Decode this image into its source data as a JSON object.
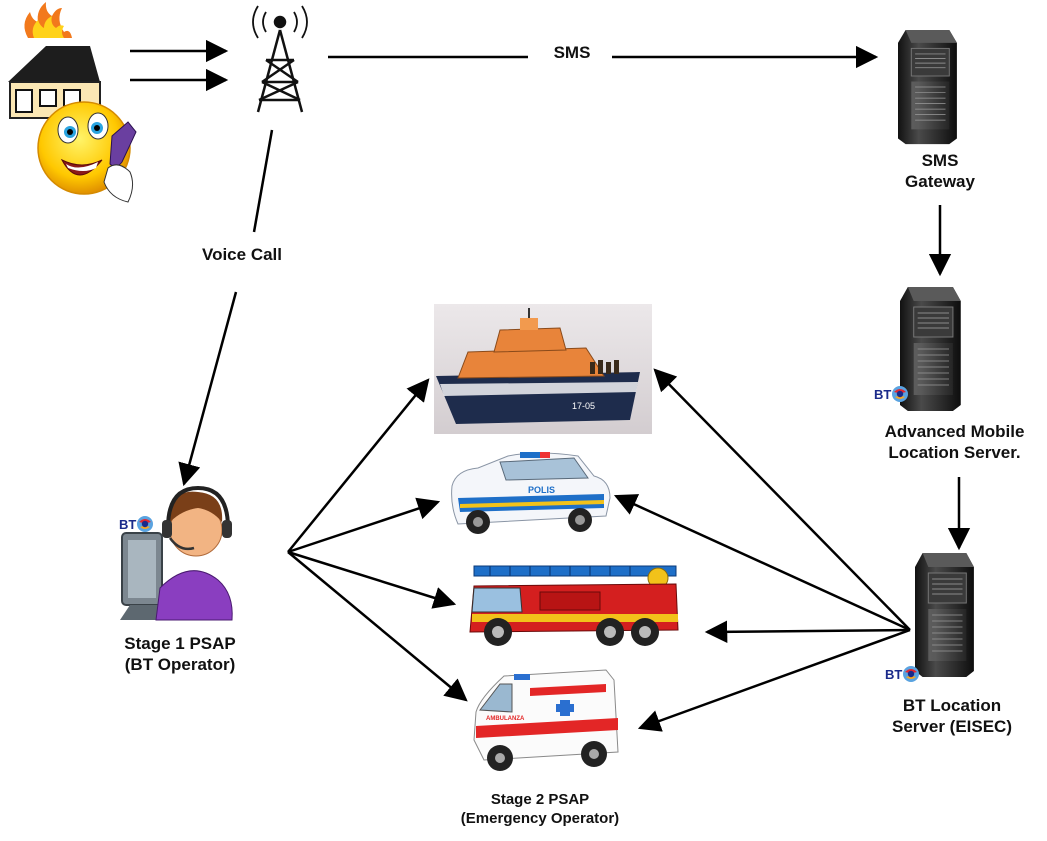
{
  "edge_labels": {
    "sms": "SMS",
    "voice_call": "Voice Call"
  },
  "nodes": {
    "sms_gateway": {
      "line1": "SMS",
      "line2": "Gateway",
      "icon": "server-icon"
    },
    "advanced_mobile_location_server": {
      "line1": "Advanced Mobile",
      "line2": "Location Server.",
      "icon": "server-icon"
    },
    "bt_location_server": {
      "line1": "BT Location",
      "line2": "Server (EISEC)",
      "icon": "server-icon"
    },
    "stage1_psap": {
      "line1": "Stage 1 PSAP",
      "line2": "(BT Operator)",
      "icon": "operator-icon"
    },
    "stage2_psap": {
      "line1": "Stage 2 PSAP",
      "line2": "(Emergency Operator)"
    },
    "caller": {
      "icon": "burning-house-icon"
    },
    "cell_tower": {
      "icon": "cell-tower-icon"
    },
    "vehicles": [
      "lifeboat-icon",
      "police-car-icon",
      "fire-engine-icon",
      "ambulance-icon"
    ]
  },
  "logos": {
    "bt": "BT"
  },
  "vehicle_markings": {
    "lifeboat": "17-05",
    "police": "POLIS",
    "ambulance": "AMBULANZA"
  },
  "colors": {
    "server_body": "#2b2b2b",
    "bt_blue": "#1a2a8a",
    "lifeboat": "#e8843a",
    "fire_engine": "#d41f1f",
    "police_blue": "#1e6fc8"
  }
}
